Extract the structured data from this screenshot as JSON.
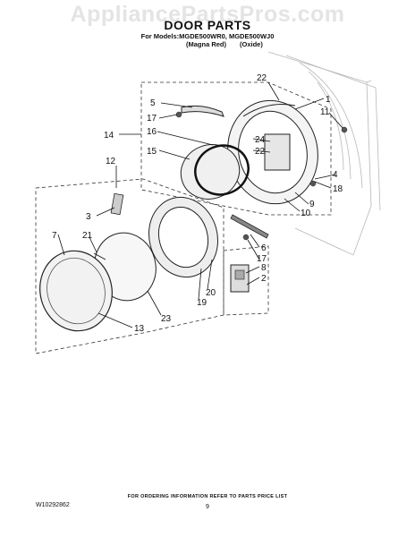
{
  "watermark": "AppliancePartsPros.com",
  "header": {
    "title": "DOOR PARTS",
    "models": "For Models:MGDE500WR0, MGDE500WJ0",
    "color_red": "(Magna Red)",
    "color_oxide": "(Oxide)"
  },
  "labels": {
    "p1": "1",
    "p2": "2",
    "p3": "3",
    "p4": "4",
    "p5": "5",
    "p6": "6",
    "p7": "7",
    "p8": "8",
    "p9": "9",
    "p10": "10",
    "p11": "11",
    "p12": "12",
    "p13": "13",
    "p14": "14",
    "p15": "15",
    "p16": "16",
    "p17a": "17",
    "p17b": "17",
    "p18": "18",
    "p19": "19",
    "p20": "20",
    "p21": "21",
    "p22a": "22",
    "p22b": "22",
    "p23": "23",
    "p24": "24"
  },
  "footer": {
    "note": "FOR ORDERING INFORMATION REFER TO PARTS PRICE LIST",
    "doc_id": "W10292862",
    "page": "9"
  }
}
